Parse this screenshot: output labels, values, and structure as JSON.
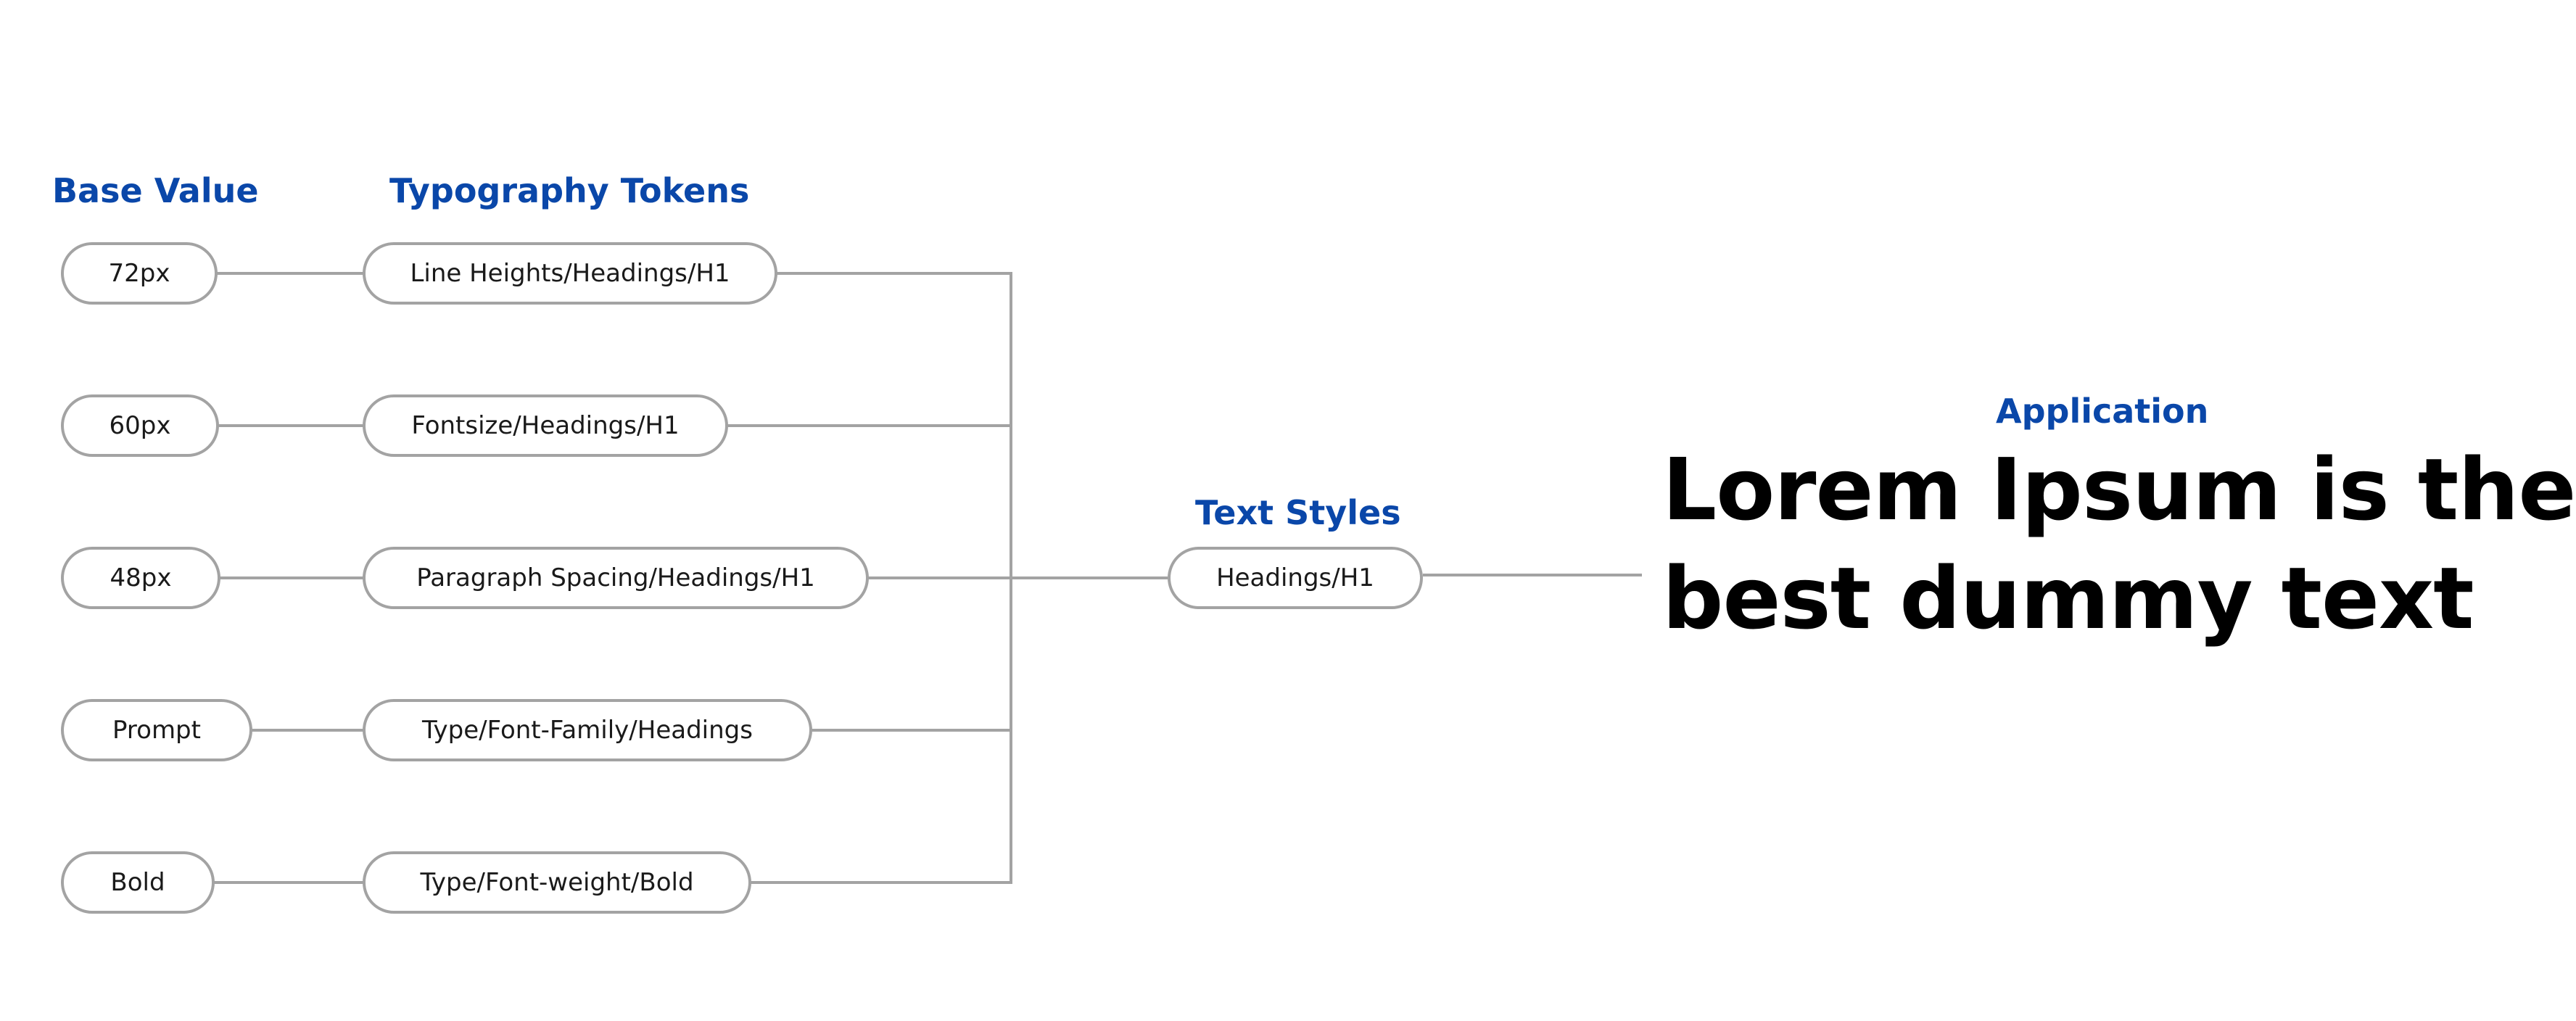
{
  "headings": {
    "base_value": "Base Value",
    "typography_tokens": "Typography Tokens",
    "text_styles": "Text Styles",
    "application": "Application"
  },
  "rows": [
    {
      "base_value": "72px",
      "token": "Line Heights/Headings/H1"
    },
    {
      "base_value": "60px",
      "token": "Fontsize/Headings/H1"
    },
    {
      "base_value": "48px",
      "token": "Paragraph Spacing/Headings/H1"
    },
    {
      "base_value": "Prompt",
      "token": "Type/Font-Family/Headings"
    },
    {
      "base_value": "Bold",
      "token": "Type/Font-weight/Bold"
    }
  ],
  "text_style": "Headings/H1",
  "application_sample": {
    "line1": "Lorem Ipsum is the",
    "line2": "best dummy text"
  },
  "colors": {
    "heading": "#0a47a9",
    "line": "#a3a3a3",
    "text": "#1a1a1a",
    "sample": "#000000"
  }
}
